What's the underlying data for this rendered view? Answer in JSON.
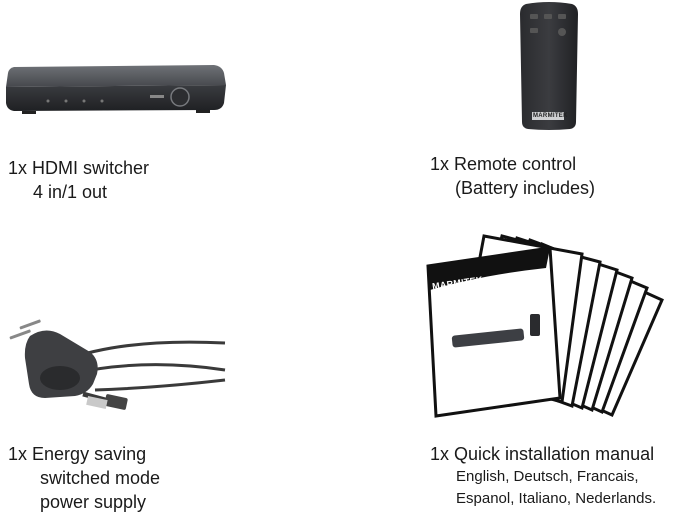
{
  "items": [
    {
      "qty": "1x",
      "lines": [
        "HDMI switcher",
        "4 in/1 out"
      ]
    },
    {
      "qty": "1x",
      "lines": [
        "Remote control",
        "(Battery includes)"
      ]
    },
    {
      "qty": "1x",
      "lines": [
        "Energy saving",
        "switched mode",
        "power supply"
      ]
    },
    {
      "qty": "1x",
      "lines": [
        "Quick installation manual",
        "English, Deutsch, Francais,",
        "Espanol, Italiano, Nederlands."
      ]
    }
  ],
  "brand": "MARMITEK",
  "colors": {
    "device": "#3d3f44",
    "text": "#1a1a1a"
  }
}
